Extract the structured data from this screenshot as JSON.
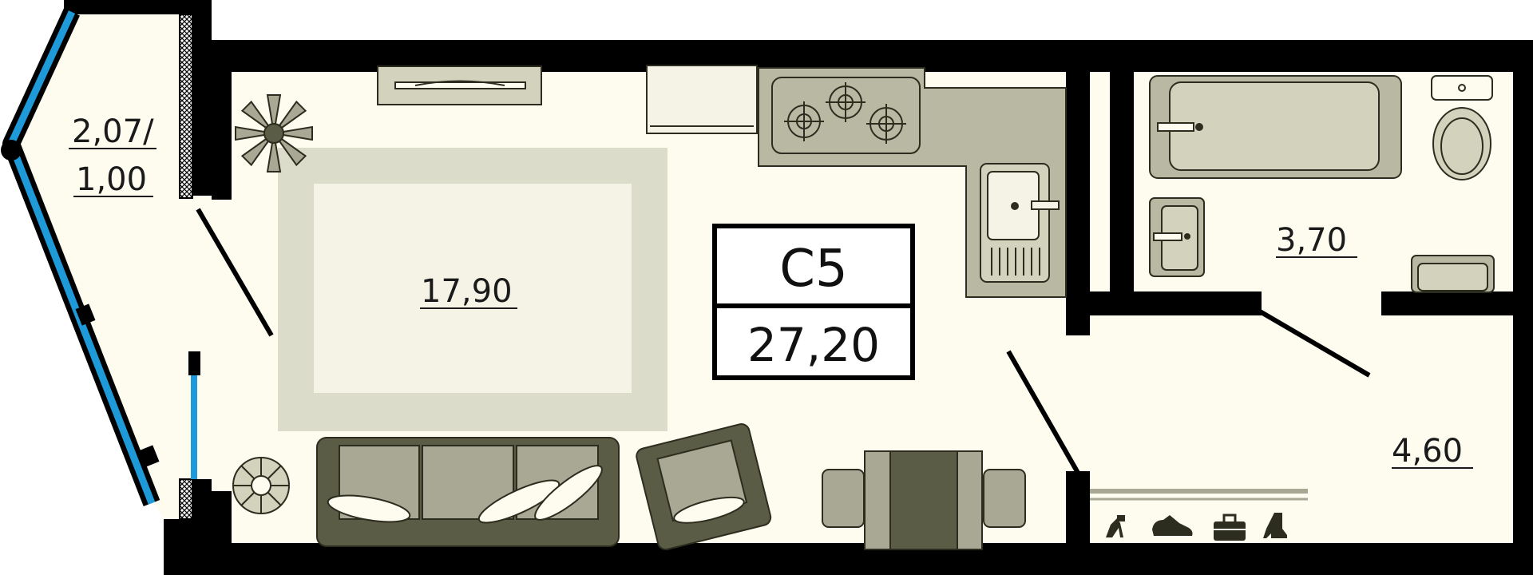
{
  "colors": {
    "wall": "#000000",
    "floor": "#fdfcef",
    "glass": "#1e9ad8",
    "rug_outer": "#dcdccb",
    "rug_inner": "#f4f3e6",
    "counter": "#b9b8a3",
    "furniture_dark": "#5b5c45",
    "furniture_mid": "#a8a894",
    "fixture": "#d3d2bd"
  },
  "balcony": {
    "area_line1": "2,07/",
    "area_line2": "1,00"
  },
  "living_room": {
    "area": "17,90"
  },
  "bathroom": {
    "area": "3,70"
  },
  "hallway": {
    "area": "4,60"
  },
  "unit": {
    "code": "С5",
    "total_area": "27,20"
  },
  "icons": [
    "plant-icon",
    "pouf-icon",
    "hob-icon",
    "sink-icon",
    "toilet-icon",
    "bathtub-icon",
    "heel-shoe-icon",
    "sneaker-icon",
    "briefcase-icon",
    "boot-icon"
  ]
}
